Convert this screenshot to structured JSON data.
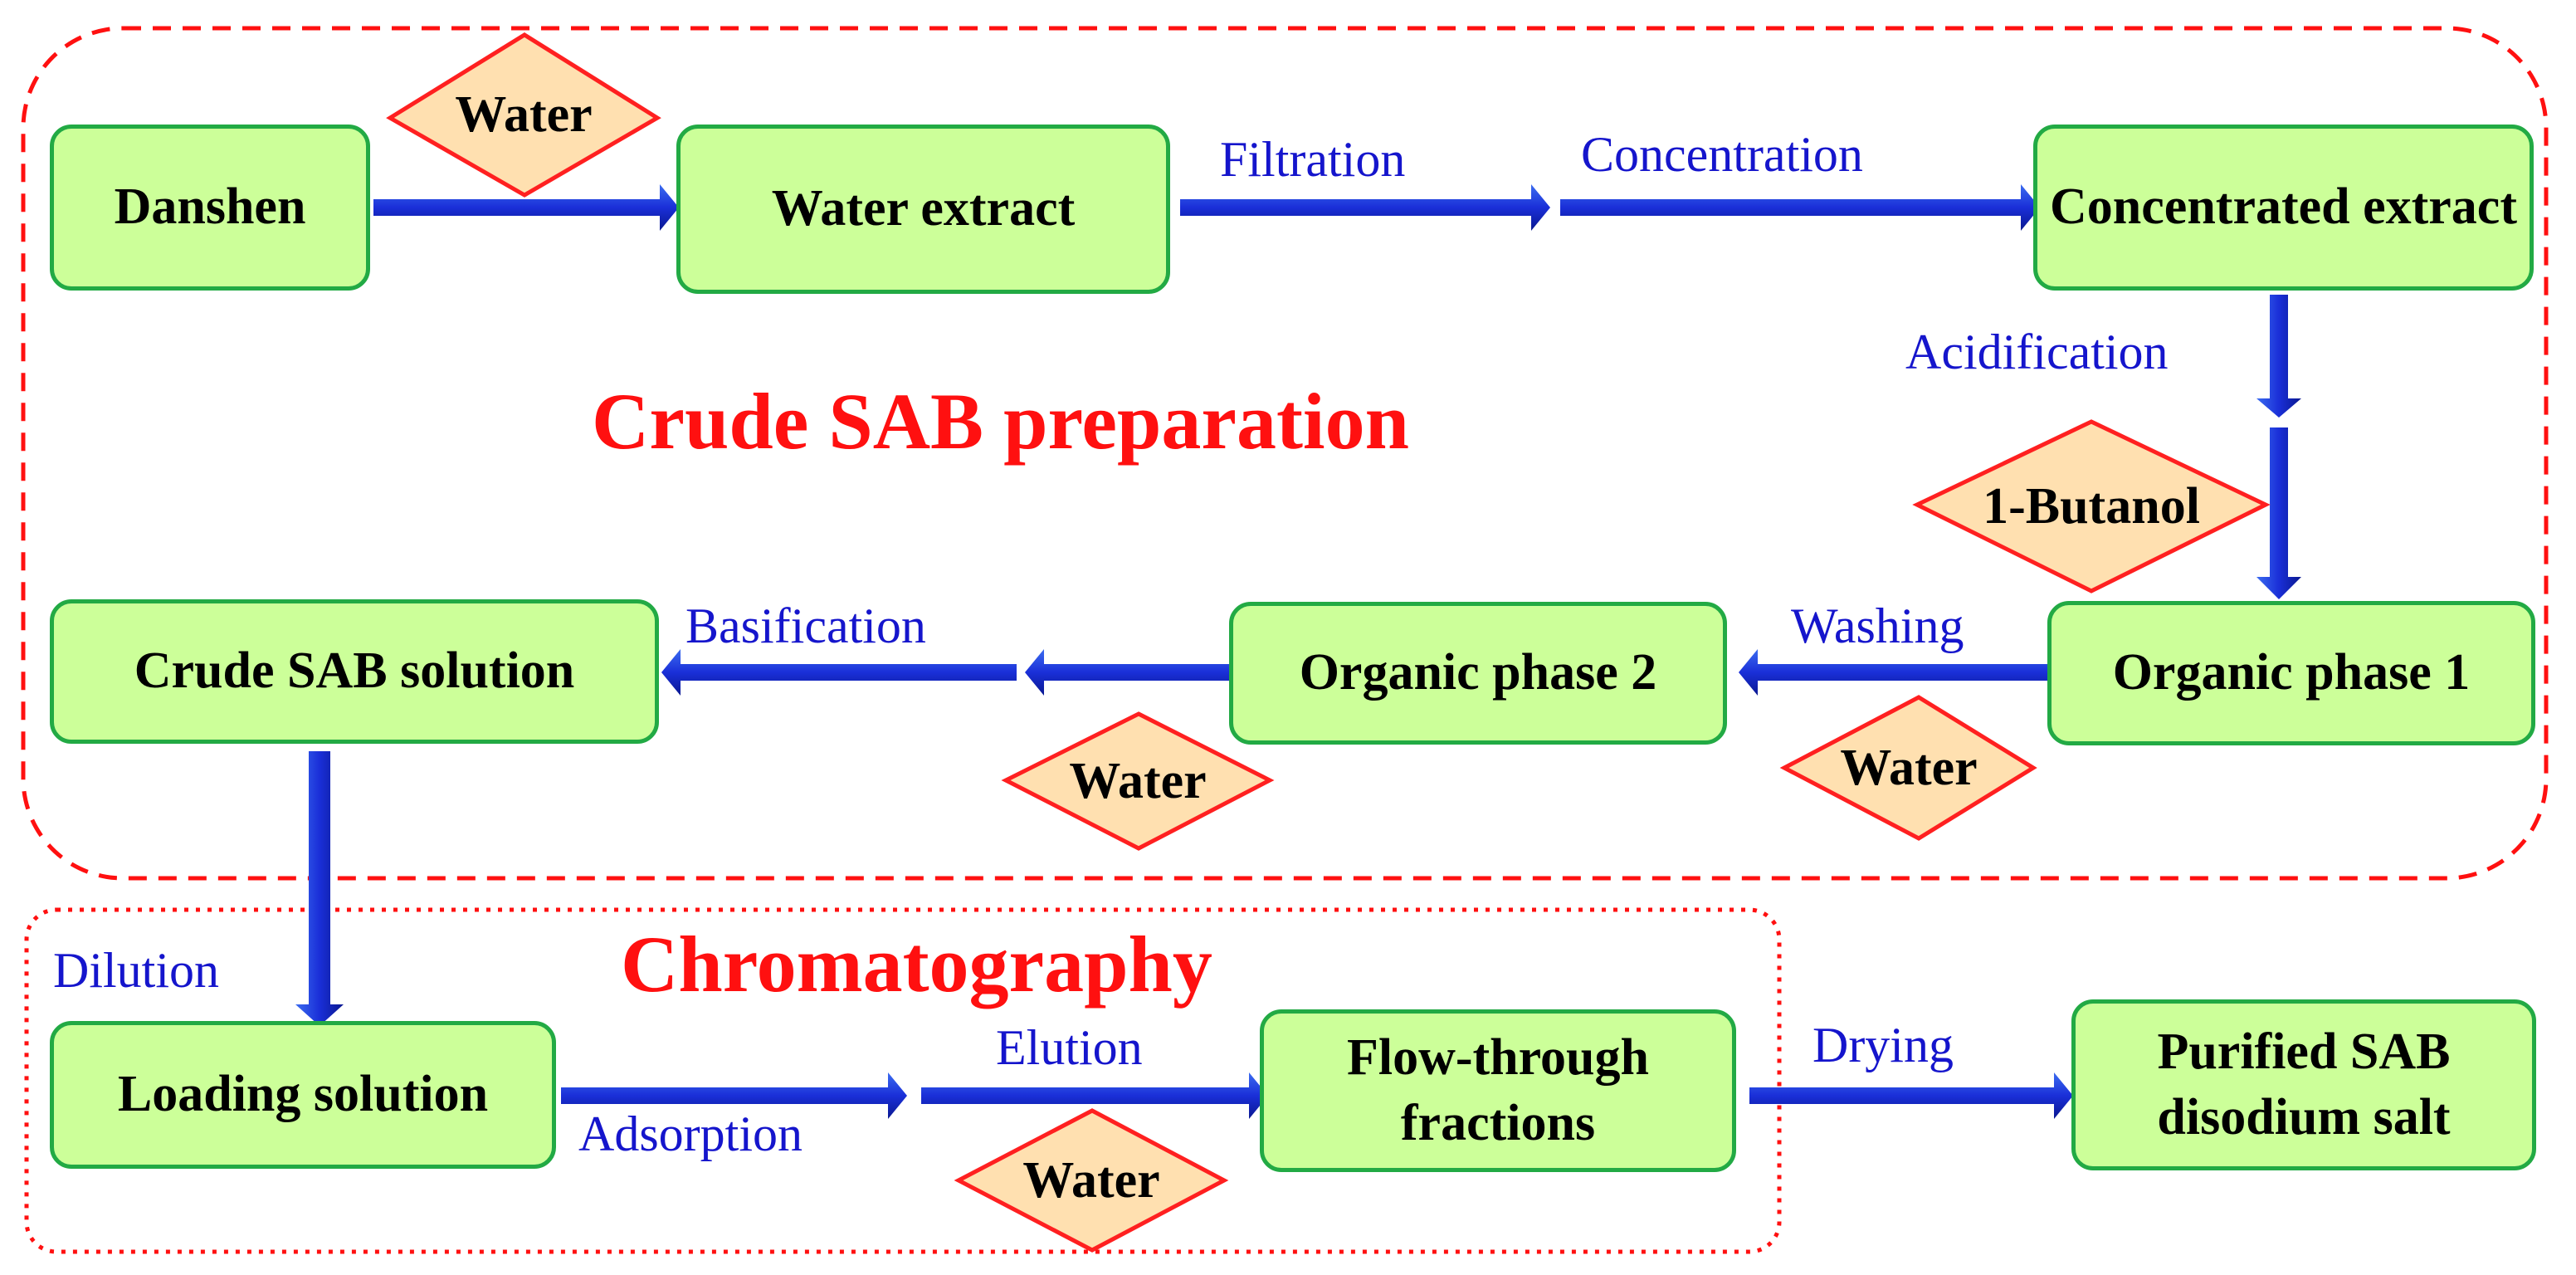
{
  "regions": {
    "crude": {
      "title": "Crude SAB preparation"
    },
    "chromatography": {
      "title": "Chromatography"
    }
  },
  "boxes": {
    "danshen": "Danshen",
    "water_extract": "Water extract",
    "concentrated_extract": "Concentrated extract",
    "organic_phase_1": "Organic phase 1",
    "organic_phase_2": "Organic phase 2",
    "crude_sab_solution": "Crude SAB solution",
    "loading_solution": "Loading solution",
    "flow_through_fractions": "Flow-through fractions",
    "purified_sab": "Purified SAB disodium salt"
  },
  "diamonds": {
    "water_1": "Water",
    "butanol": "1-Butanol",
    "water_2": "Water",
    "water_3": "Water",
    "water_4": "Water"
  },
  "steps": {
    "filtration": "Filtration",
    "concentration": "Concentration",
    "acidification": "Acidification",
    "washing": "Washing",
    "basification": "Basification",
    "dilution": "Dilution",
    "adsorption": "Adsorption",
    "elution": "Elution",
    "drying": "Drying"
  },
  "colors": {
    "box_fill": "#ccff99",
    "box_border": "#22aa44",
    "diamond_fill": "#ffe0b0",
    "diamond_border": "#ff2020",
    "arrow": "#1a2fd8",
    "step_text": "#1515cc",
    "region_title": "#ff1010"
  }
}
